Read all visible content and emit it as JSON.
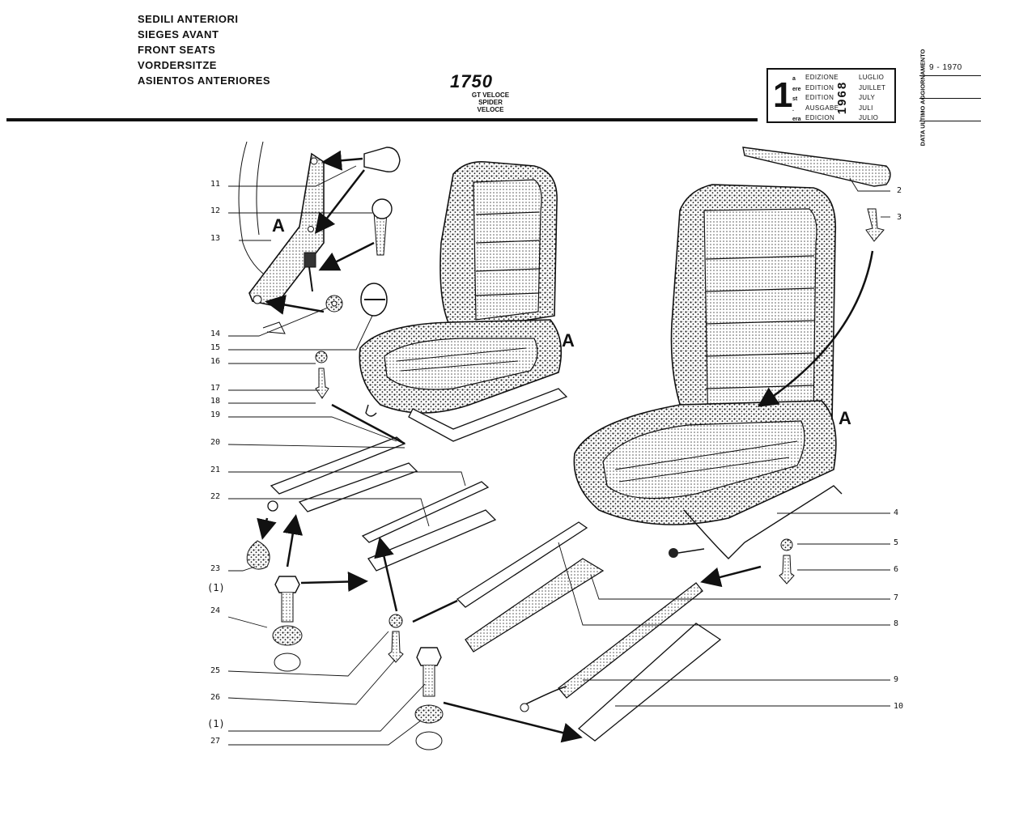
{
  "header": {
    "titles": [
      "SEDILI ANTERIORI",
      "SIEGES AVANT",
      "FRONT SEATS",
      "VORDERSITZE",
      "ASIENTOS ANTERIORES"
    ],
    "model": "1750",
    "model_variants": [
      "GT VELOCE",
      "SPIDER VELOCE"
    ]
  },
  "edition": {
    "number": "1",
    "suffixes": [
      "a",
      "ere",
      "st",
      ".",
      "era"
    ],
    "words": [
      "EDIZIONE",
      "EDITION",
      "EDITION",
      "AUSGABE",
      "EDICION"
    ],
    "year": "1968",
    "months": [
      "LUGLIO",
      "JUILLET",
      "JULY",
      "JULI",
      "JULIO"
    ],
    "update_label": "DATA ULTIMO AGGIORNAMENTO",
    "update_date": "9 - 1970"
  },
  "view_markers": {
    "detail_a": "A",
    "left_seat_a": "A",
    "right_seat_a": "A"
  },
  "callouts_left": [
    "11",
    "12",
    "13",
    "14",
    "15",
    "16",
    "17",
    "18",
    "19",
    "20",
    "21",
    "22",
    "23",
    "(1)",
    "24",
    "25",
    "26",
    "(1)",
    "27"
  ],
  "callouts_right": [
    "2",
    "3",
    "4",
    "5",
    "6",
    "7",
    "8",
    "9",
    "10"
  ]
}
